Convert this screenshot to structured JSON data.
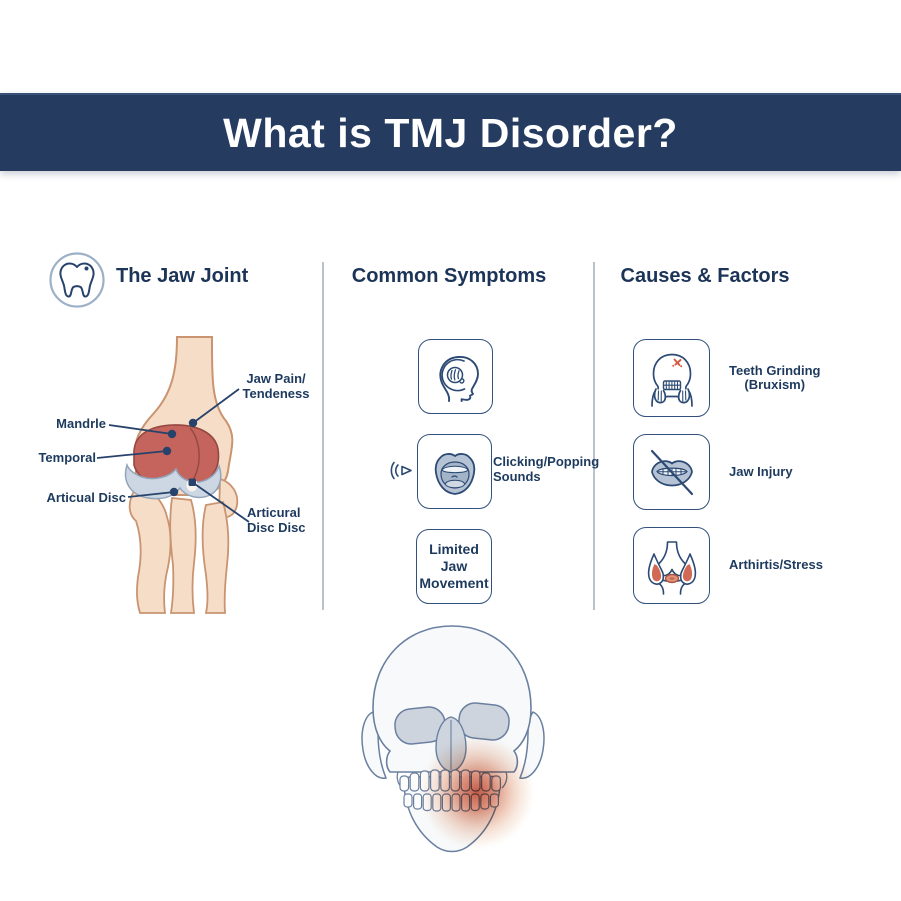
{
  "header": {
    "title": "What is TMJ Disorder?"
  },
  "jaw_joint": {
    "title": "The Jaw Joint",
    "icon": "tooth-icon",
    "labels": {
      "jaw_pain": "Jaw Pain/\nTendeness",
      "mandrle": "Mandrle",
      "temporal": "Temporal",
      "articual_disc": "Articual Disc",
      "articural_disc": "Articural\nDisc Disc"
    }
  },
  "symptoms": {
    "title": "Common Symptoms",
    "items": [
      {
        "icon": "head-pain-icon",
        "label": ""
      },
      {
        "icon": "mouth-sound-icon",
        "label": "Clicking/Popping\nSounds"
      },
      {
        "icon": "text-card",
        "label": "Limited Jaw\nMovement"
      }
    ]
  },
  "causes": {
    "title": "Causes & Factors",
    "items": [
      {
        "icon": "teeth-grinding-icon",
        "label": "Teeth Grinding\n(Bruxism)"
      },
      {
        "icon": "jaw-injury-icon",
        "label": "Jaw Injury"
      },
      {
        "icon": "arthritis-icon",
        "label": "Arthirtis/Stress"
      }
    ]
  },
  "illustrations": [
    "jaw-joint-illustration",
    "skull-pain-illustration",
    "sound-waves-icon"
  ],
  "colors": {
    "header_bg": "#253c60",
    "navy_text": "#1d3a5e",
    "icon_stroke": "#2c4a74",
    "divider": "#b9c2cc",
    "bone_flesh": "#f5ddc8",
    "bone_outline": "#c9946f",
    "condyle_red": "#c4645c",
    "disc_blue": "#ccd7e3",
    "pain_red": "#c24f38",
    "skull_outline": "#6a80a1",
    "socket_gray": "#cdd4dd"
  }
}
